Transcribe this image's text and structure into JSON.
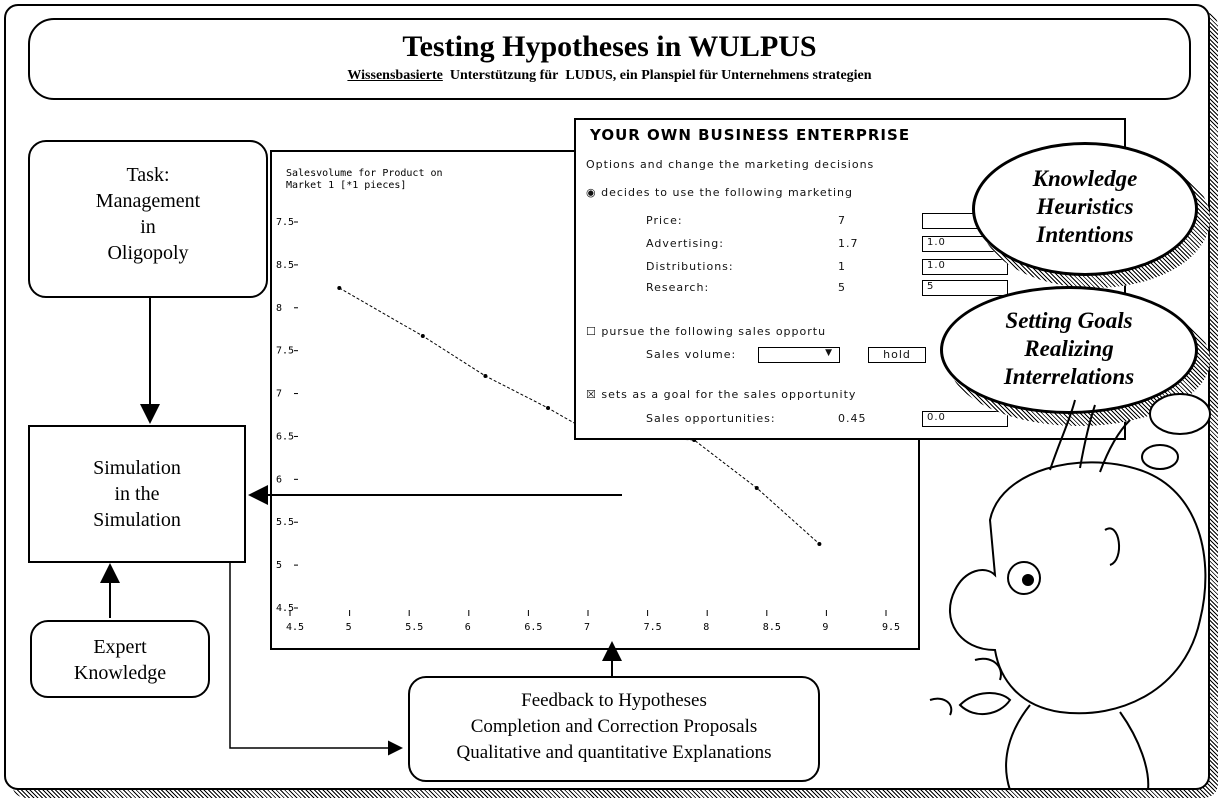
{
  "header": {
    "title": "Testing Hypotheses in WULPUS",
    "subtitle_parts": [
      "Wissensbasierte",
      "Unterstützung für",
      "LUDUS, ein",
      "Planspiel für",
      "Unternehmens",
      "strategien"
    ]
  },
  "boxes": {
    "task": [
      "Task:",
      "Management",
      "in",
      "Oligopoly"
    ],
    "simulation": [
      "Simulation",
      "in the",
      "Simulation"
    ],
    "expert": [
      "Expert",
      "Knowledge"
    ],
    "feedback": [
      "Feedback to Hypotheses",
      "Completion and Correction Proposals",
      "Qualitative and quantitative Explanations"
    ]
  },
  "bubbles": {
    "knowledge": [
      "Knowledge",
      "Heuristics",
      "Intentions"
    ],
    "goals": [
      "Setting Goals",
      "Realizing",
      "Interrelations"
    ]
  },
  "chart_window": {
    "caption_line1": "Salesvolume for Product on",
    "caption_line2": "Market 1 [*1 pieces]"
  },
  "business_window": {
    "header": "YOUR OWN BUSINESS ENTERPRISE",
    "line1": "Options and change the marketing decisions",
    "line2": "decides to use the following marketing",
    "rows": [
      {
        "label": "Price:",
        "value": "7"
      },
      {
        "label": "Advertising:",
        "value": "1.7",
        "field": "1.0"
      },
      {
        "label": "Distributions:",
        "value": "1",
        "field": "1.0"
      },
      {
        "label": "Research:",
        "value": "5",
        "field": "5"
      }
    ],
    "pursue": "pursue the following sales opportu",
    "sales_volume": "Sales volume:",
    "hold": "hold",
    "goal": "sets as a goal for the sales opportunity",
    "sales_opp": "Sales opportunities:",
    "sales_opp_value": "0.45",
    "sales_opp_field": "0.0"
  },
  "chart_data": {
    "type": "line",
    "x_ticks": [
      "4.5",
      "5",
      "5.5",
      "6",
      "6.5",
      "7",
      "7.5",
      "8",
      "8.5",
      "9",
      "9.5"
    ],
    "y_ticks": [
      "7.5",
      "8.5",
      "8",
      "7.5",
      "7",
      "6.5",
      "6",
      "5.5",
      "5",
      "4.5"
    ],
    "x": [
      4.8,
      5.6,
      6.2,
      6.8,
      7.2,
      7.6,
      8.2,
      8.8,
      9.4
    ],
    "y": [
      8.5,
      7.9,
      7.4,
      7.0,
      6.7,
      6.65,
      6.6,
      6.0,
      5.3
    ],
    "xlim": [
      4.5,
      10
    ],
    "ylim": [
      4.5,
      9.5
    ]
  }
}
